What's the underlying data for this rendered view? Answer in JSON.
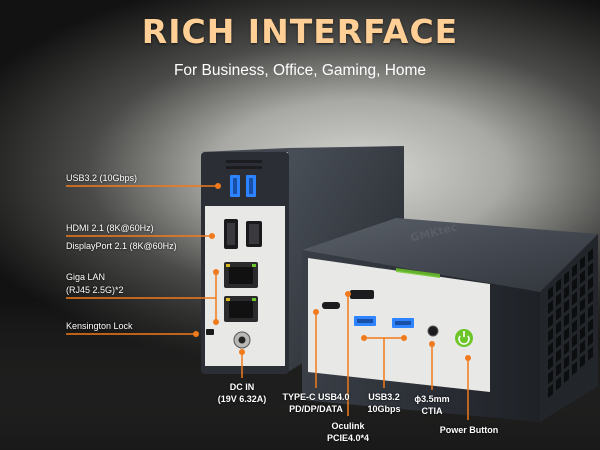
{
  "headline": "RICH INTERFACE",
  "subheadline": "For Business, Office, Gaming, Home",
  "brand_logo": "GMKtec",
  "colors": {
    "accent": "#f07a1c",
    "headline": "#ffcf96",
    "device_body": "#2b2f35",
    "port_panel": "#e8e8e6",
    "usb_blue": "#2e84ff",
    "power_green": "#6cc62a"
  },
  "left_labels": {
    "usb32": "USB3.2 (10Gbps)",
    "hdmi": "HDMI 2.1 (8K@60Hz)",
    "displayport": "DisplayPort 2.1 (8K@60Hz)",
    "lan_1": "Giga LAN",
    "lan_2": "(RJ45 2.5G)*2",
    "kensington": "Kensington Lock"
  },
  "bottom_labels": {
    "dc_in_1": "DC IN",
    "dc_in_2": "(19V 6.32A)",
    "typec_1": "TYPE-C USB4.0",
    "typec_2": "PD/DP/DATA",
    "oculink_1": "Oculink",
    "oculink_2": "PCIE4.0*4",
    "usb32_front_1": "USB3.2",
    "usb32_front_2": "10Gbps",
    "audio_1": "ϕ3.5mm",
    "audio_2": "CTIA",
    "power": "Power Button"
  }
}
